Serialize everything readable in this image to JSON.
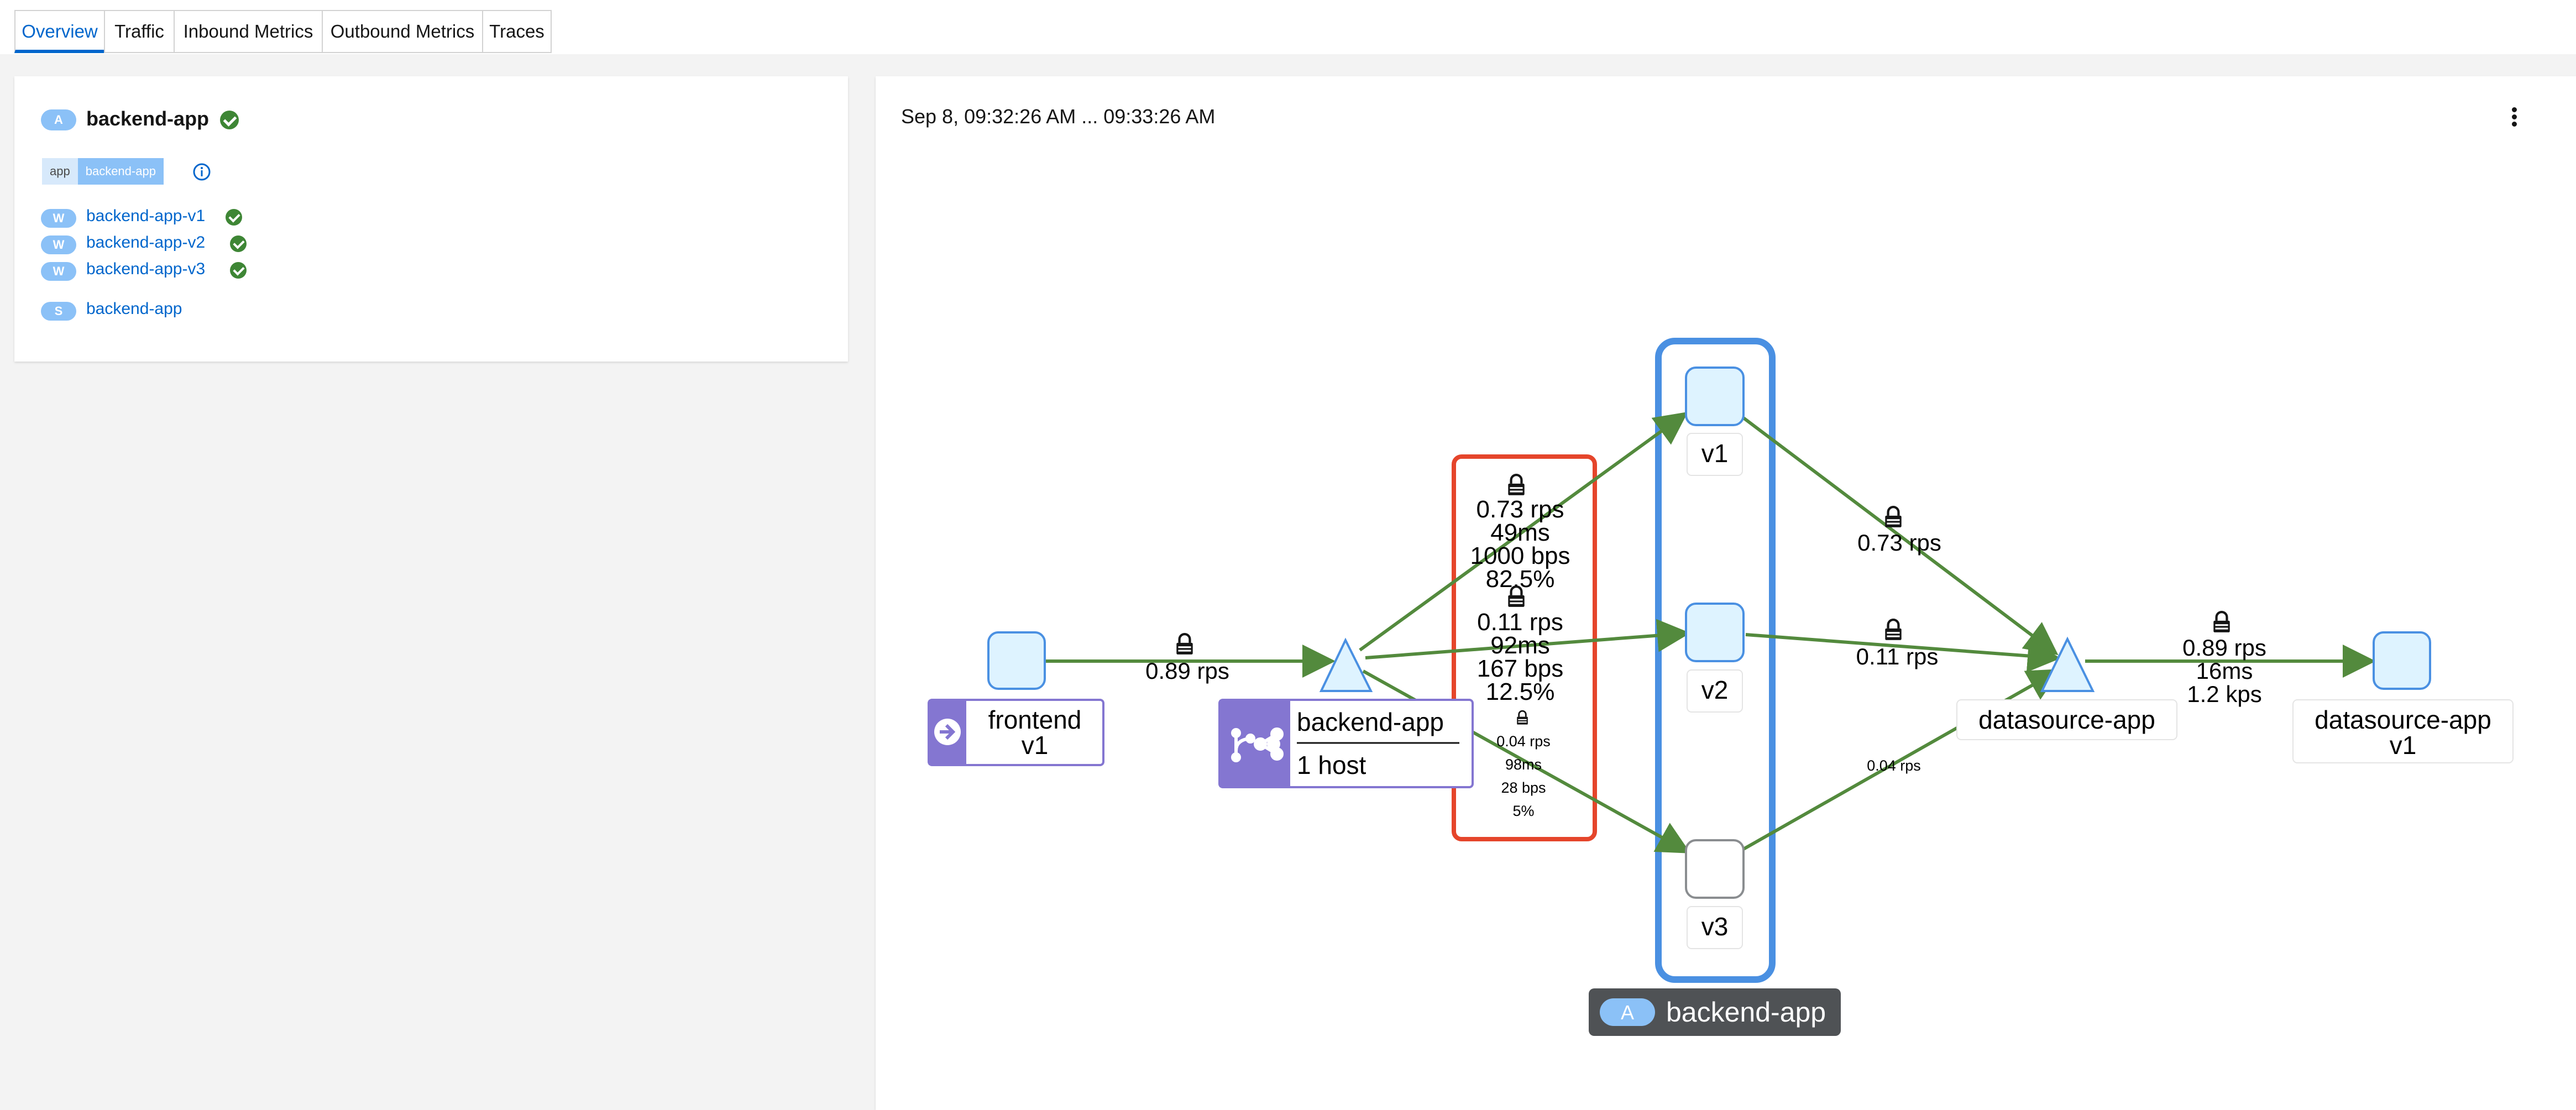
{
  "tabs": [
    {
      "label": "Overview",
      "active": true
    },
    {
      "label": "Traffic"
    },
    {
      "label": "Inbound Metrics"
    },
    {
      "label": "Outbound Metrics"
    },
    {
      "label": "Traces"
    }
  ],
  "summary": {
    "app_badge": "A",
    "app_name": "backend-app",
    "label_key": "app",
    "label_value": "backend-app",
    "workloads": [
      {
        "badge": "W",
        "name": "backend-app-v1"
      },
      {
        "badge": "W",
        "name": "backend-app-v2"
      },
      {
        "badge": "W",
        "name": "backend-app-v3"
      }
    ],
    "service": {
      "badge": "S",
      "name": "backend-app"
    }
  },
  "graph": {
    "time_range": "Sep 8, 09:32:26 AM ... 09:33:26 AM",
    "nodes": {
      "frontend_label_1": "frontend",
      "frontend_label_2": "v1",
      "backend_service_name": "backend-app",
      "backend_service_hosts": "1 host",
      "v1": "v1",
      "v2": "v2",
      "v3": "v3",
      "datasource_service": "datasource-app",
      "datasource_wl_1": "datasource-app",
      "datasource_wl_2": "v1",
      "app_box_badge": "A",
      "app_box_name": "backend-app"
    },
    "edges": {
      "frontend_to_backend": "0.89 rps",
      "to_v1": [
        "0.73 rps",
        "49ms",
        "1000 bps",
        "82.5%"
      ],
      "to_v2": [
        "0.11 rps",
        "92ms",
        "167 bps",
        "12.5%"
      ],
      "to_v3": [
        "0.04 rps",
        "98ms",
        "28 bps",
        "5%"
      ],
      "v1_to_ds": "0.73 rps",
      "v2_to_ds": "0.11 rps",
      "v3_to_ds": "0.04 rps",
      "ds_to_dswl": [
        "0.89 rps",
        "16ms",
        "1.2 kps"
      ]
    },
    "colors": {
      "edge": "#538a3d",
      "node_fill": "#def3ff",
      "node_stroke": "#4a90e2",
      "app_box": "#4a90e2",
      "highlight": "#e5452b",
      "service_badge": "#8476d1"
    },
    "icons": [
      "lock-icon",
      "arrow-right-circle-icon",
      "share-branch-icon",
      "check-circle-icon",
      "info-icon",
      "kebab-menu-icon"
    ]
  }
}
